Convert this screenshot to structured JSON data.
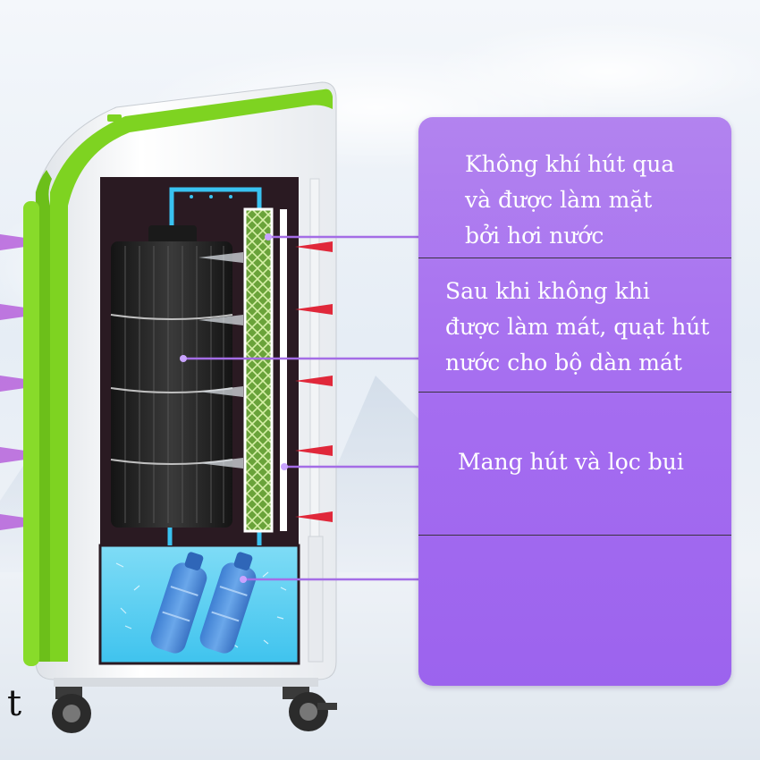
{
  "captions": [
    {
      "lines": [
        "Không khí hút qua",
        "và được làm mặt",
        "bởi hơi nước"
      ]
    },
    {
      "lines": [
        "Sau khi không khi",
        "được làm mát, quạt hút",
        "nước cho bộ dàn mát"
      ]
    },
    {
      "lines": [
        "Mang hút và lọc bụi"
      ]
    }
  ],
  "corner_glyph": "t",
  "colors": {
    "panel": "#a56df0",
    "body_accent": "#7ed321",
    "water": "#5fd0f2",
    "cavity": "#2a1a22",
    "pipe": "#39c2f0",
    "arrow_red": "#e0283a"
  }
}
